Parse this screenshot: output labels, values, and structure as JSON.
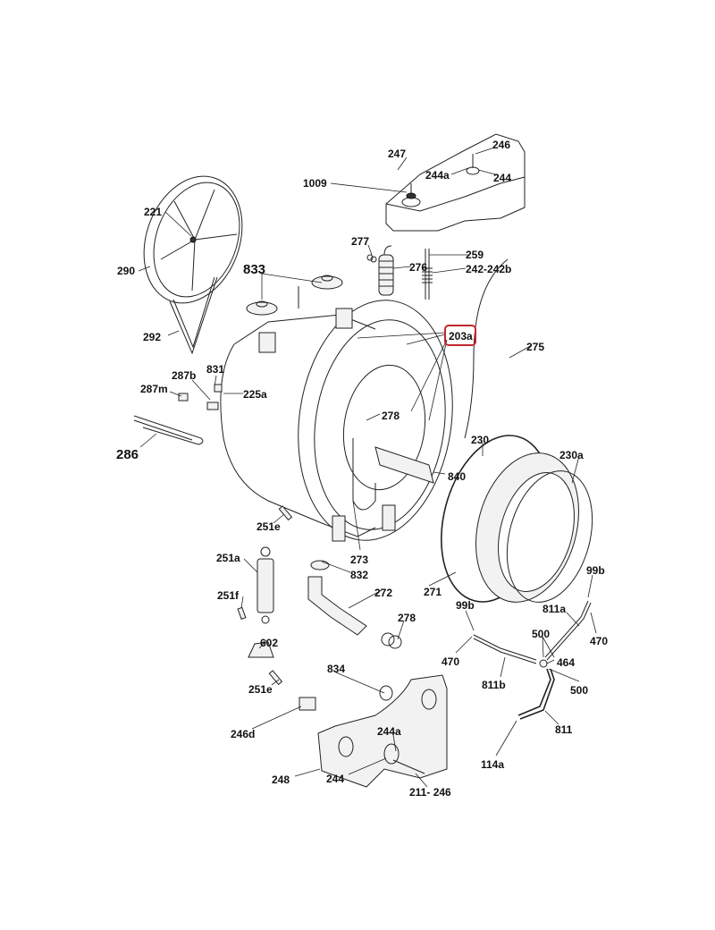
{
  "diagram": {
    "type": "exploded parts diagram",
    "highlight_color": "#c0272d",
    "highlighted_label": "203a"
  },
  "labels": {
    "l247": "247",
    "l246": "246",
    "l244a_top": "244a",
    "l244_top": "244",
    "l1009": "1009",
    "l221": "221",
    "l290": "290",
    "l277": "277",
    "l276": "276",
    "l259": "259",
    "l242": "242-242b",
    "l833": "833",
    "l203a": "203a",
    "l275": "275",
    "l292": "292",
    "l831": "831",
    "l287b": "287b",
    "l287m": "287m",
    "l225a": "225a",
    "l278_top": "278",
    "l286": "286",
    "l230": "230",
    "l230a": "230a",
    "l840": "840",
    "l251e_top": "251e",
    "l251a": "251a",
    "l832": "832",
    "l273": "273",
    "l271": "271",
    "l99b_right": "99b",
    "l251f": "251f",
    "l272": "272",
    "l811a": "811a",
    "l99b_left": "99b",
    "l278_bot": "278",
    "l500_top": "500",
    "l470_right": "470",
    "l470_left": "470",
    "l464": "464",
    "l602": "602",
    "l811b": "811b",
    "l500_bot": "500",
    "l834": "834",
    "l251e_bot": "251e",
    "l246d": "246d",
    "l811": "811",
    "l244a_bot": "244a",
    "l114a": "114a",
    "l248": "248",
    "l244_bot": "244",
    "l211": "211- 246"
  }
}
